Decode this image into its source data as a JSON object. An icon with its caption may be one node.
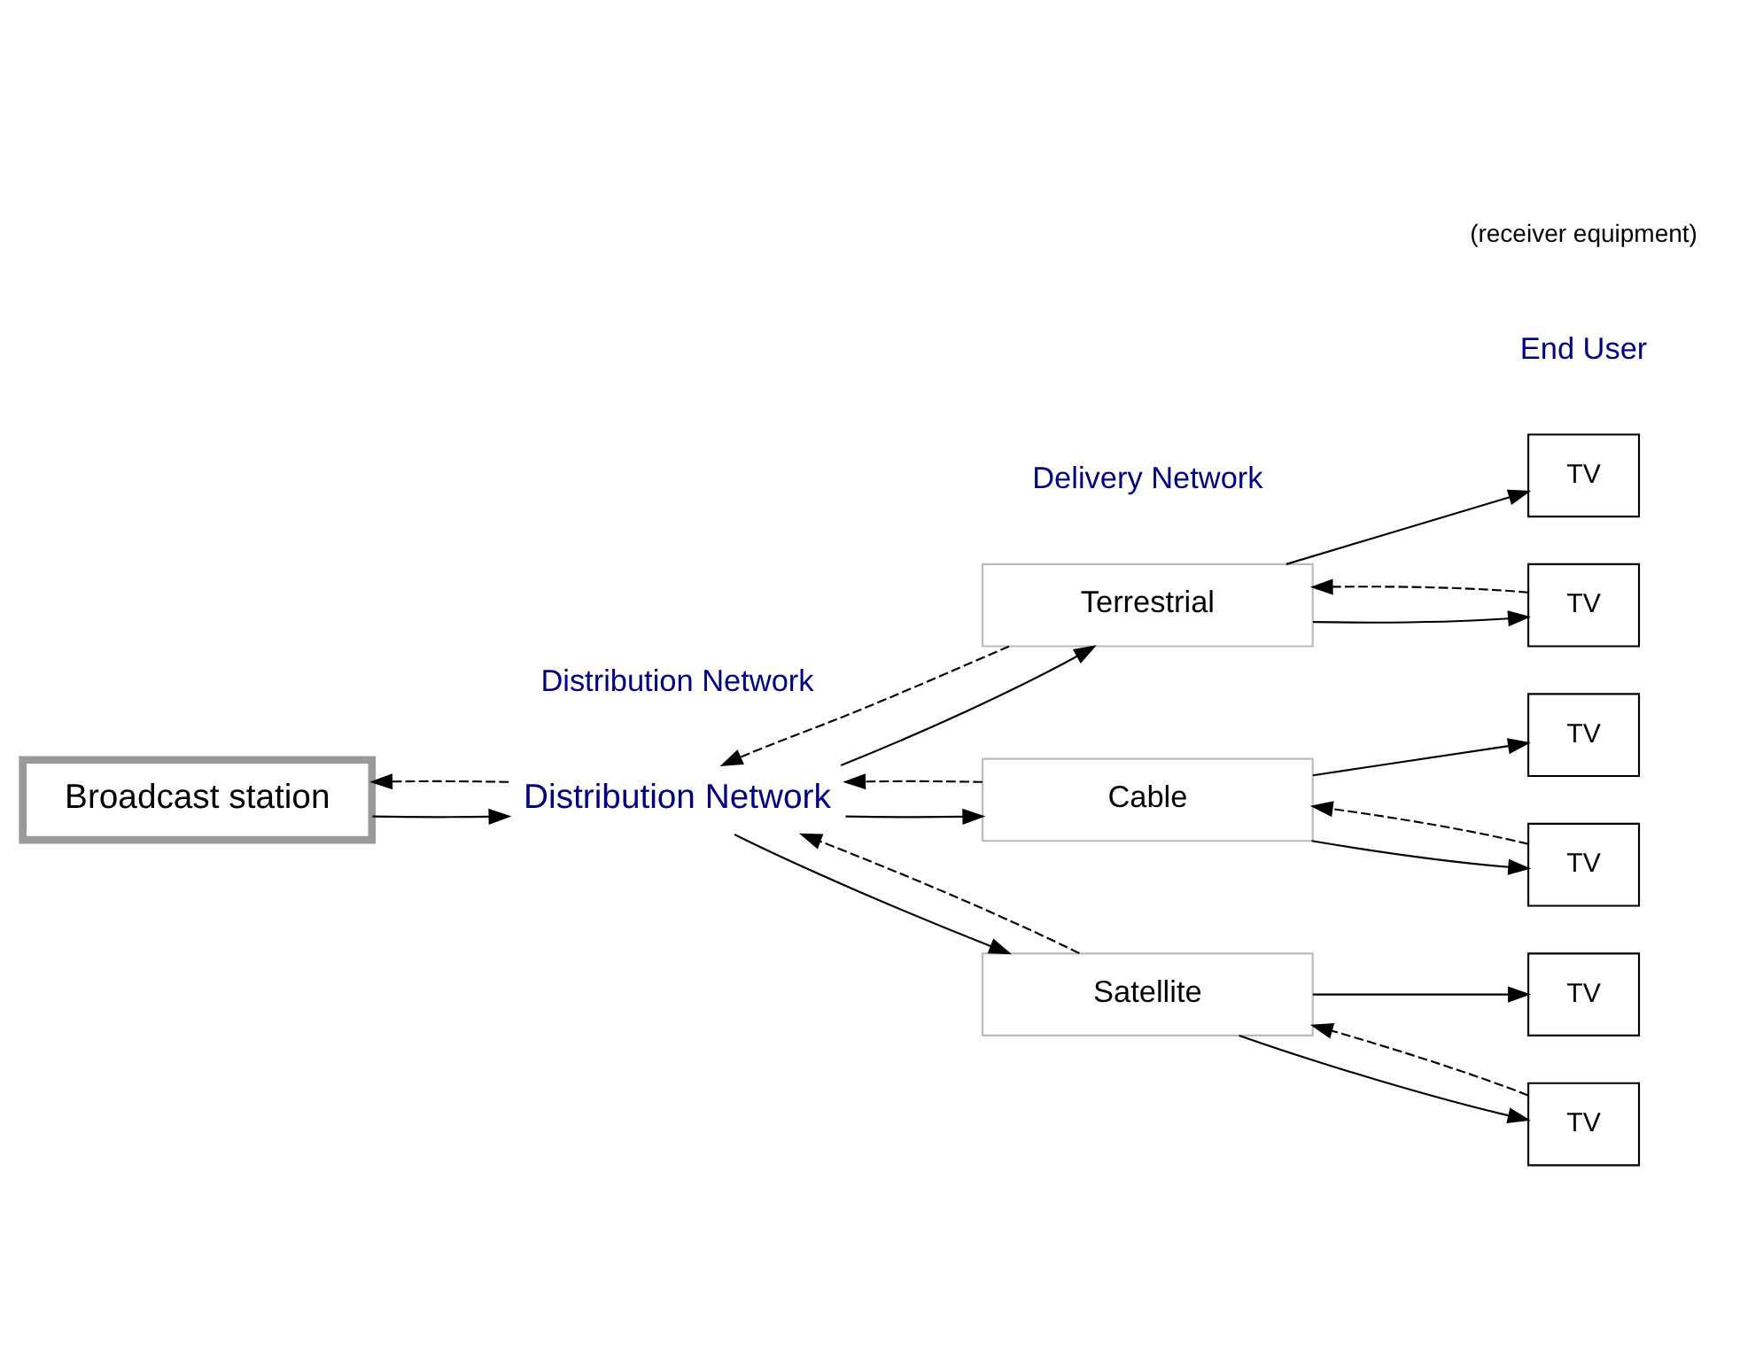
{
  "diagram": {
    "nodes": [
      {
        "text": [
          "Broadcast station"
        ]
      },
      {
        "text": [
          "Distribution Network"
        ]
      },
      {
        "text": [
          "Terrestrial"
        ]
      },
      {
        "text": [
          "Cable"
        ]
      },
      {
        "text": [
          "Satellite"
        ]
      },
      {
        "text": [
          "TV"
        ]
      },
      {
        "text": [
          "TV"
        ]
      },
      {
        "text": [
          "TV"
        ]
      },
      {
        "text": [
          "TV"
        ]
      },
      {
        "text": [
          "TV"
        ]
      },
      {
        "text": [
          "TV"
        ]
      }
    ],
    "edges": [
      {
        "from": 0,
        "to": 1,
        "arrow": "to"
      },
      {
        "from": 1,
        "to": 0,
        "arrow": "to",
        "style": "dashed"
      },
      {
        "from": 1,
        "to": 2,
        "arrow": "to"
      },
      {
        "from": 2,
        "to": 1,
        "arrow": "to",
        "style": "dashed"
      },
      {
        "from": 1,
        "to": 3,
        "arrow": "to"
      },
      {
        "from": 3,
        "to": 1,
        "arrow": "to",
        "style": "dashed"
      },
      {
        "from": 1,
        "to": 4,
        "arrow": "to"
      },
      {
        "from": 4,
        "to": 1,
        "arrow": "to",
        "style": "dashed"
      },
      {
        "from": 2,
        "to": 5,
        "arrow": "to"
      },
      {
        "from": 2,
        "to": 6,
        "arrow": "to"
      },
      {
        "from": 6,
        "to": 2,
        "arrow": "to",
        "style": "dashed"
      },
      {
        "from": 3,
        "to": 7,
        "arrow": "to"
      },
      {
        "from": 3,
        "to": 8,
        "arrow": "to"
      },
      {
        "from": 8,
        "to": 3,
        "arrow": "to",
        "style": "dashed"
      },
      {
        "from": 4,
        "to": 9,
        "arrow": "to"
      },
      {
        "from": 4,
        "to": 10,
        "arrow": "to"
      },
      {
        "from": 10,
        "to": 4,
        "arrow": "to",
        "style": "dashed"
      }
    ],
    "labels": [
      "Distribution Network",
      "Delivery Network",
      "End User",
      "(receiver equipment)"
    ]
  }
}
